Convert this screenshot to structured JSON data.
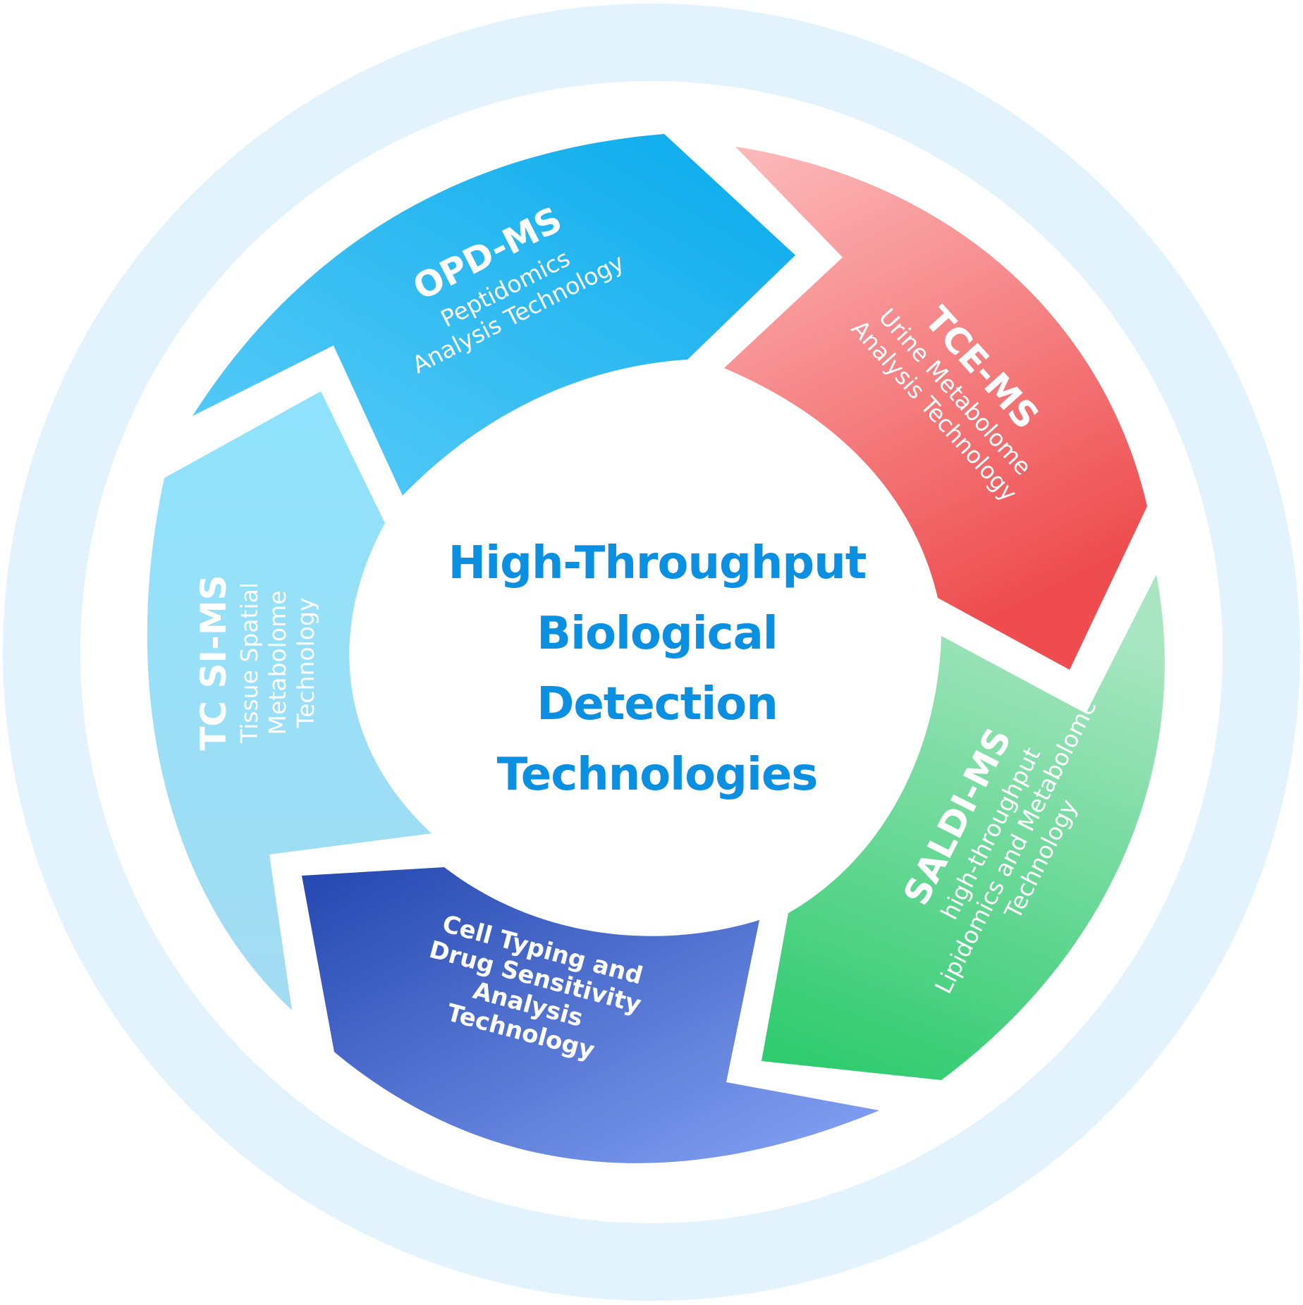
{
  "center": {
    "lines": [
      "High-Throughput",
      "Biological",
      "Detection",
      "Technologies"
    ],
    "color": "#0b8fe0"
  },
  "segments": [
    {
      "id": "opd",
      "title": "OPD-MS",
      "subtitle": [
        "Peptidomics",
        "Analysis Technology"
      ],
      "colors": [
        "#5ccdf8",
        "#08aaec"
      ]
    },
    {
      "id": "tce",
      "title": "TCE-MS",
      "subtitle": [
        "Urine Metabolome",
        "Analysis Technology"
      ],
      "colors": [
        "#fdbcbd",
        "#ee4c4e"
      ]
    },
    {
      "id": "saldi",
      "title": "SALDI-MS",
      "subtitle": [
        "high-throughput",
        "Lipidomics and Metabolome",
        "Technology"
      ],
      "colors": [
        "#a8e6c2",
        "#2fcb6e"
      ]
    },
    {
      "id": "cell",
      "title": "",
      "subtitle": [
        "Cell Typing and",
        "Drug Sensitivity",
        "Analysis",
        "Technology"
      ],
      "colors": [
        "#2447b0",
        "#86a4f5"
      ]
    },
    {
      "id": "tcsi",
      "title": "TC SI-MS",
      "subtitle": [
        "Tissue Spatial",
        "Metabolome",
        "Technology"
      ],
      "colors": [
        "#8fe2fc",
        "#a3dcf2"
      ]
    }
  ],
  "ring_color": "#e2f3fd"
}
